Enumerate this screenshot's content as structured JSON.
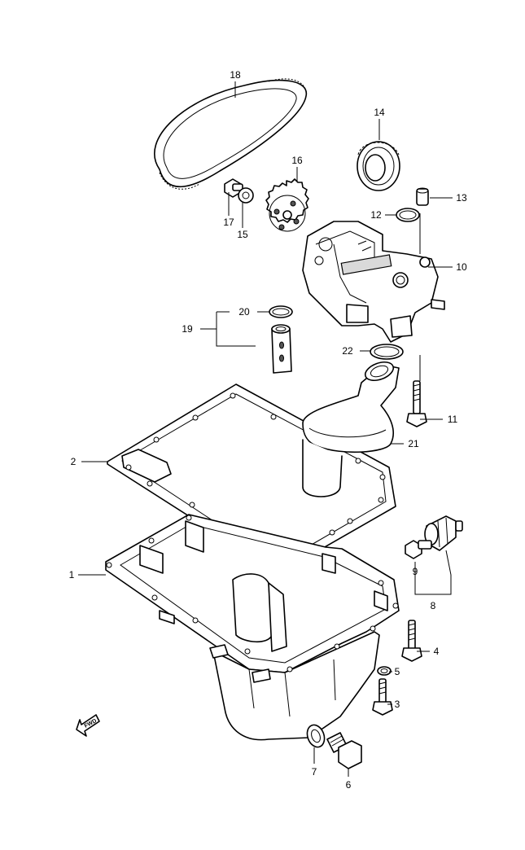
{
  "callouts": {
    "c1": "1",
    "c2": "2",
    "c3": "3",
    "c4": "4",
    "c5": "5",
    "c6": "6",
    "c7": "7",
    "c8": "8",
    "c9": "9",
    "c10": "10",
    "c11": "11",
    "c12": "12",
    "c13": "13",
    "c14": "14",
    "c15": "15",
    "c16": "16",
    "c17": "17",
    "c18": "18",
    "c19": "19",
    "c20": "20",
    "c21": "21",
    "c22": "22"
  },
  "fwd_label": "FWD"
}
